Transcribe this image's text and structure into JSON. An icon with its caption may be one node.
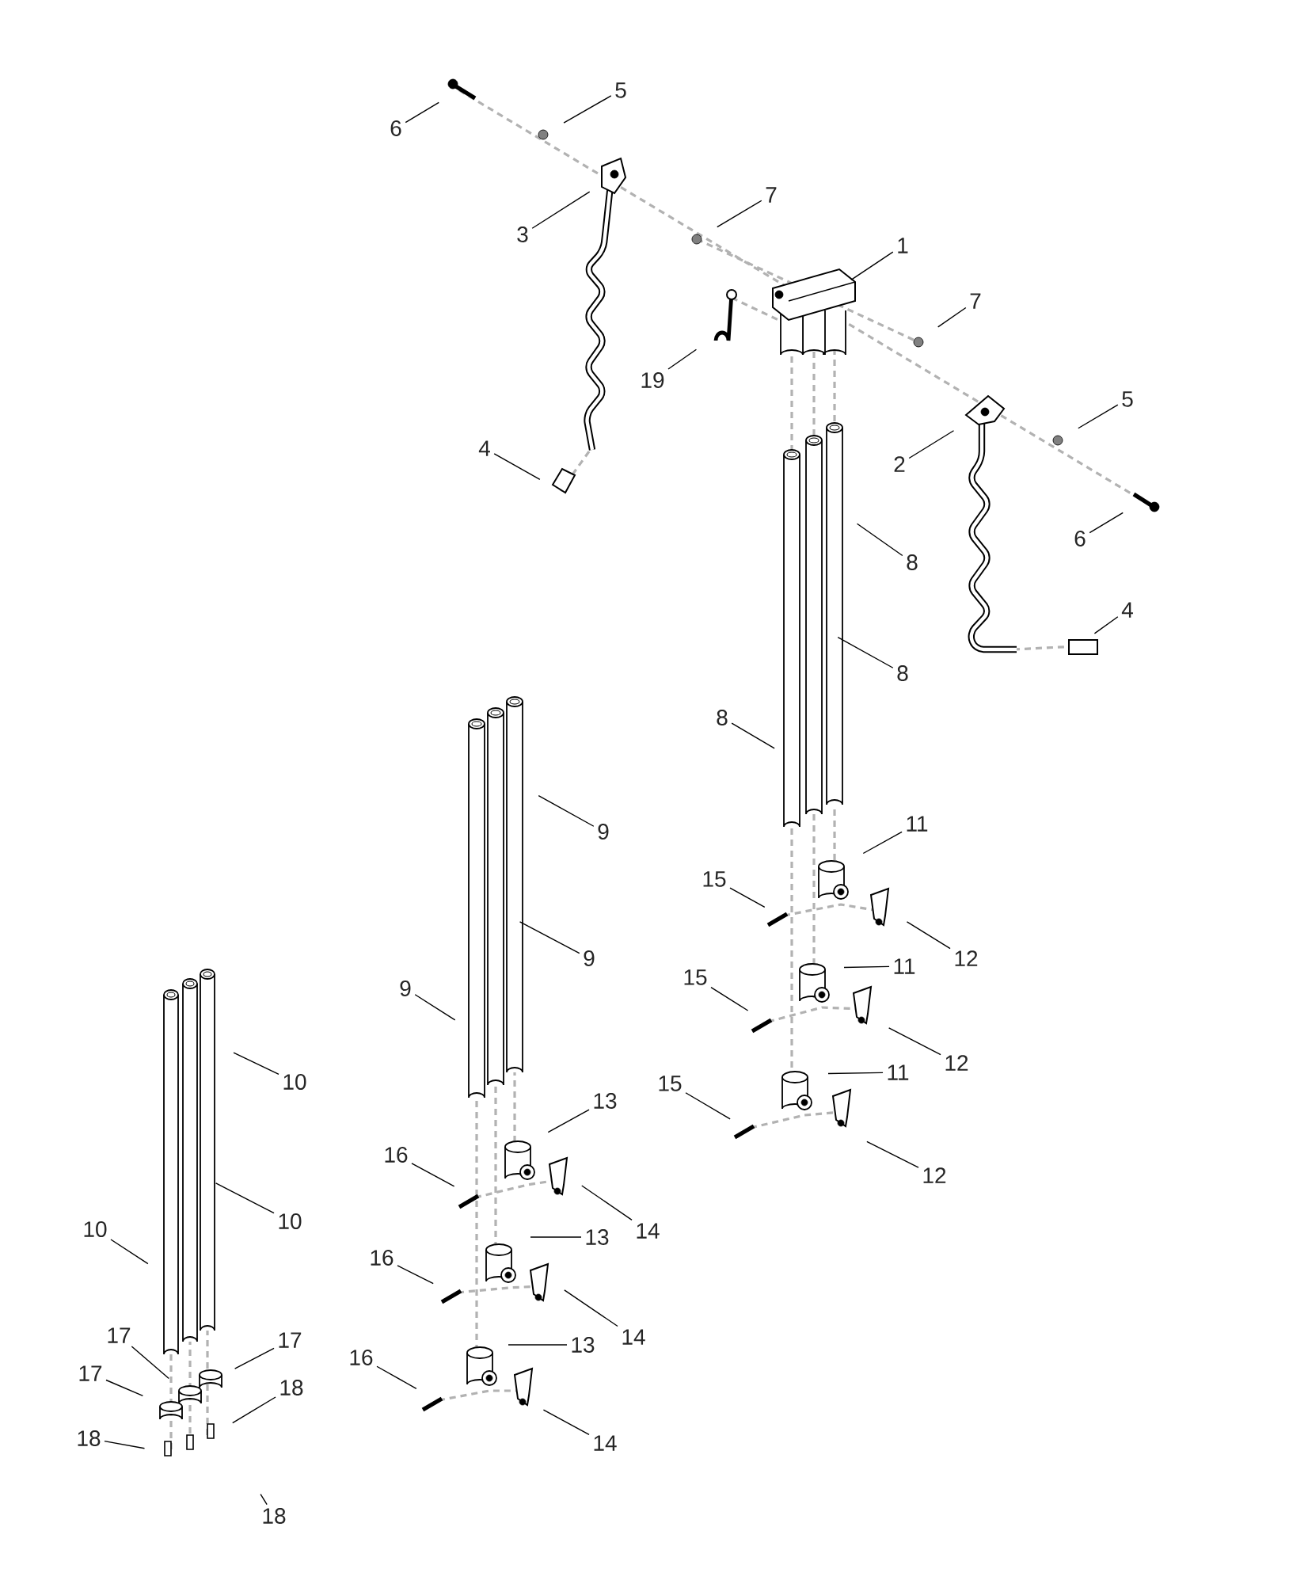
{
  "diagram": {
    "nodes": [
      {
        "text": [
          "6"
        ]
      },
      {
        "text": [
          "5"
        ]
      },
      {
        "text": [
          "3"
        ]
      },
      {
        "text": [
          "7"
        ]
      },
      {
        "text": [
          "1"
        ]
      },
      {
        "text": [
          "7"
        ]
      },
      {
        "text": [
          "19"
        ]
      },
      {
        "text": [
          "5"
        ]
      },
      {
        "text": [
          "2"
        ]
      },
      {
        "text": [
          "4"
        ]
      },
      {
        "text": [
          "6"
        ]
      },
      {
        "text": [
          "8"
        ]
      },
      {
        "text": [
          "4"
        ]
      },
      {
        "text": [
          "8"
        ]
      },
      {
        "text": [
          "8"
        ]
      },
      {
        "text": [
          "9"
        ]
      },
      {
        "text": [
          "11"
        ]
      },
      {
        "text": [
          "15"
        ]
      },
      {
        "text": [
          "9"
        ]
      },
      {
        "text": [
          "12"
        ]
      },
      {
        "text": [
          "11"
        ]
      },
      {
        "text": [
          "9"
        ]
      },
      {
        "text": [
          "15"
        ]
      },
      {
        "text": [
          "12"
        ]
      },
      {
        "text": [
          "11"
        ]
      },
      {
        "text": [
          "15"
        ]
      },
      {
        "text": [
          "10"
        ]
      },
      {
        "text": [
          "13"
        ]
      },
      {
        "text": [
          "12"
        ]
      },
      {
        "text": [
          "16"
        ]
      },
      {
        "text": [
          "10"
        ]
      },
      {
        "text": [
          "10"
        ]
      },
      {
        "text": [
          "14"
        ]
      },
      {
        "text": [
          "13"
        ]
      },
      {
        "text": [
          "16"
        ]
      },
      {
        "text": [
          "17"
        ]
      },
      {
        "text": [
          "17"
        ]
      },
      {
        "text": [
          "14"
        ]
      },
      {
        "text": [
          "13"
        ]
      },
      {
        "text": [
          "17"
        ]
      },
      {
        "text": [
          "16"
        ]
      },
      {
        "text": [
          "18"
        ]
      },
      {
        "text": [
          "18"
        ]
      },
      {
        "text": [
          "14"
        ]
      },
      {
        "text": [
          "18"
        ]
      }
    ],
    "edges": [
      {
        "from": 0,
        "to": null,
        "arrow": "none"
      },
      {
        "from": 1,
        "to": null,
        "arrow": "none"
      },
      {
        "from": 2,
        "to": null,
        "arrow": "none"
      },
      {
        "from": 3,
        "to": null,
        "arrow": "none"
      },
      {
        "from": 4,
        "to": null,
        "arrow": "none"
      },
      {
        "from": 5,
        "to": null,
        "arrow": "none"
      },
      {
        "from": 6,
        "to": null,
        "arrow": "none"
      },
      {
        "from": 7,
        "to": null,
        "arrow": "none"
      },
      {
        "from": 8,
        "to": null,
        "arrow": "none"
      },
      {
        "from": 9,
        "to": null,
        "arrow": "none"
      },
      {
        "from": 10,
        "to": null,
        "arrow": "none"
      },
      {
        "from": 11,
        "to": null,
        "arrow": "none"
      },
      {
        "from": 12,
        "to": null,
        "arrow": "none"
      },
      {
        "from": 13,
        "to": null,
        "arrow": "none"
      },
      {
        "from": 14,
        "to": null,
        "arrow": "none"
      },
      {
        "from": 15,
        "to": null,
        "arrow": "none"
      },
      {
        "from": 16,
        "to": null,
        "arrow": "none"
      },
      {
        "from": 17,
        "to": null,
        "arrow": "none"
      },
      {
        "from": 18,
        "to": null,
        "arrow": "none"
      },
      {
        "from": 19,
        "to": null,
        "arrow": "none"
      },
      {
        "from": 20,
        "to": null,
        "arrow": "none"
      },
      {
        "from": 21,
        "to": null,
        "arrow": "none"
      },
      {
        "from": 22,
        "to": null,
        "arrow": "none"
      },
      {
        "from": 23,
        "to": null,
        "arrow": "none"
      },
      {
        "from": 24,
        "to": null,
        "arrow": "none"
      },
      {
        "from": 25,
        "to": null,
        "arrow": "none"
      },
      {
        "from": 26,
        "to": null,
        "arrow": "none"
      },
      {
        "from": 27,
        "to": null,
        "arrow": "none"
      },
      {
        "from": 28,
        "to": null,
        "arrow": "none"
      },
      {
        "from": 29,
        "to": null,
        "arrow": "none"
      },
      {
        "from": 30,
        "to": null,
        "arrow": "none"
      },
      {
        "from": 31,
        "to": null,
        "arrow": "none"
      },
      {
        "from": 32,
        "to": null,
        "arrow": "none"
      },
      {
        "from": 33,
        "to": null,
        "arrow": "none"
      },
      {
        "from": 34,
        "to": null,
        "arrow": "none"
      },
      {
        "from": 35,
        "to": null,
        "arrow": "none"
      },
      {
        "from": 36,
        "to": null,
        "arrow": "none"
      },
      {
        "from": 37,
        "to": null,
        "arrow": "none"
      },
      {
        "from": 38,
        "to": null,
        "arrow": "none"
      },
      {
        "from": 39,
        "to": null,
        "arrow": "none"
      },
      {
        "from": 40,
        "to": null,
        "arrow": "none"
      },
      {
        "from": 41,
        "to": null,
        "arrow": "none"
      },
      {
        "from": 42,
        "to": null,
        "arrow": "none"
      },
      {
        "from": 43,
        "to": null,
        "arrow": "none"
      },
      {
        "from": 44,
        "to": null,
        "arrow": "none"
      }
    ]
  }
}
